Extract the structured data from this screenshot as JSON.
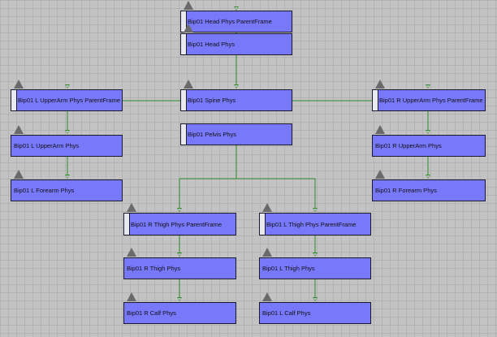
{
  "nodes": {
    "head_parentframe": "Bip01 Head Phys ParentFrame",
    "head": "Bip01 Head Phys",
    "spine": "Bip01 Spine Phys",
    "pelvis": "Bip01 Pelvis Phys",
    "l_upperarm_parentframe": "Bip01 L UpperArm Phys ParentFrame",
    "l_upperarm": "Bip01 L UpperArm Phys",
    "l_forearm": "Bip01 L Forearm Phys",
    "r_upperarm_parentframe": "Bip01 R UpperArm Phys ParentFrame",
    "r_upperarm": "Bip01 R UpperArm Phys",
    "r_forearm": "Bip01 R Forearm Phys",
    "r_thigh_parentframe": "Bip01 R Thigh Phys ParentFrame",
    "r_thigh": "Bip01 R Thigh Phys",
    "r_calf": "Bip01 R Calf Phys",
    "l_thigh_parentframe": "Bip01 L Thigh Phys ParentFrame",
    "l_thigh": "Bip01 L Thigh Phys",
    "l_calf": "Bip01 L Calf Phys"
  },
  "colors": {
    "node_fill": "#7878fb",
    "wire": "#2e8b2e",
    "background": "#c3c3c3"
  }
}
